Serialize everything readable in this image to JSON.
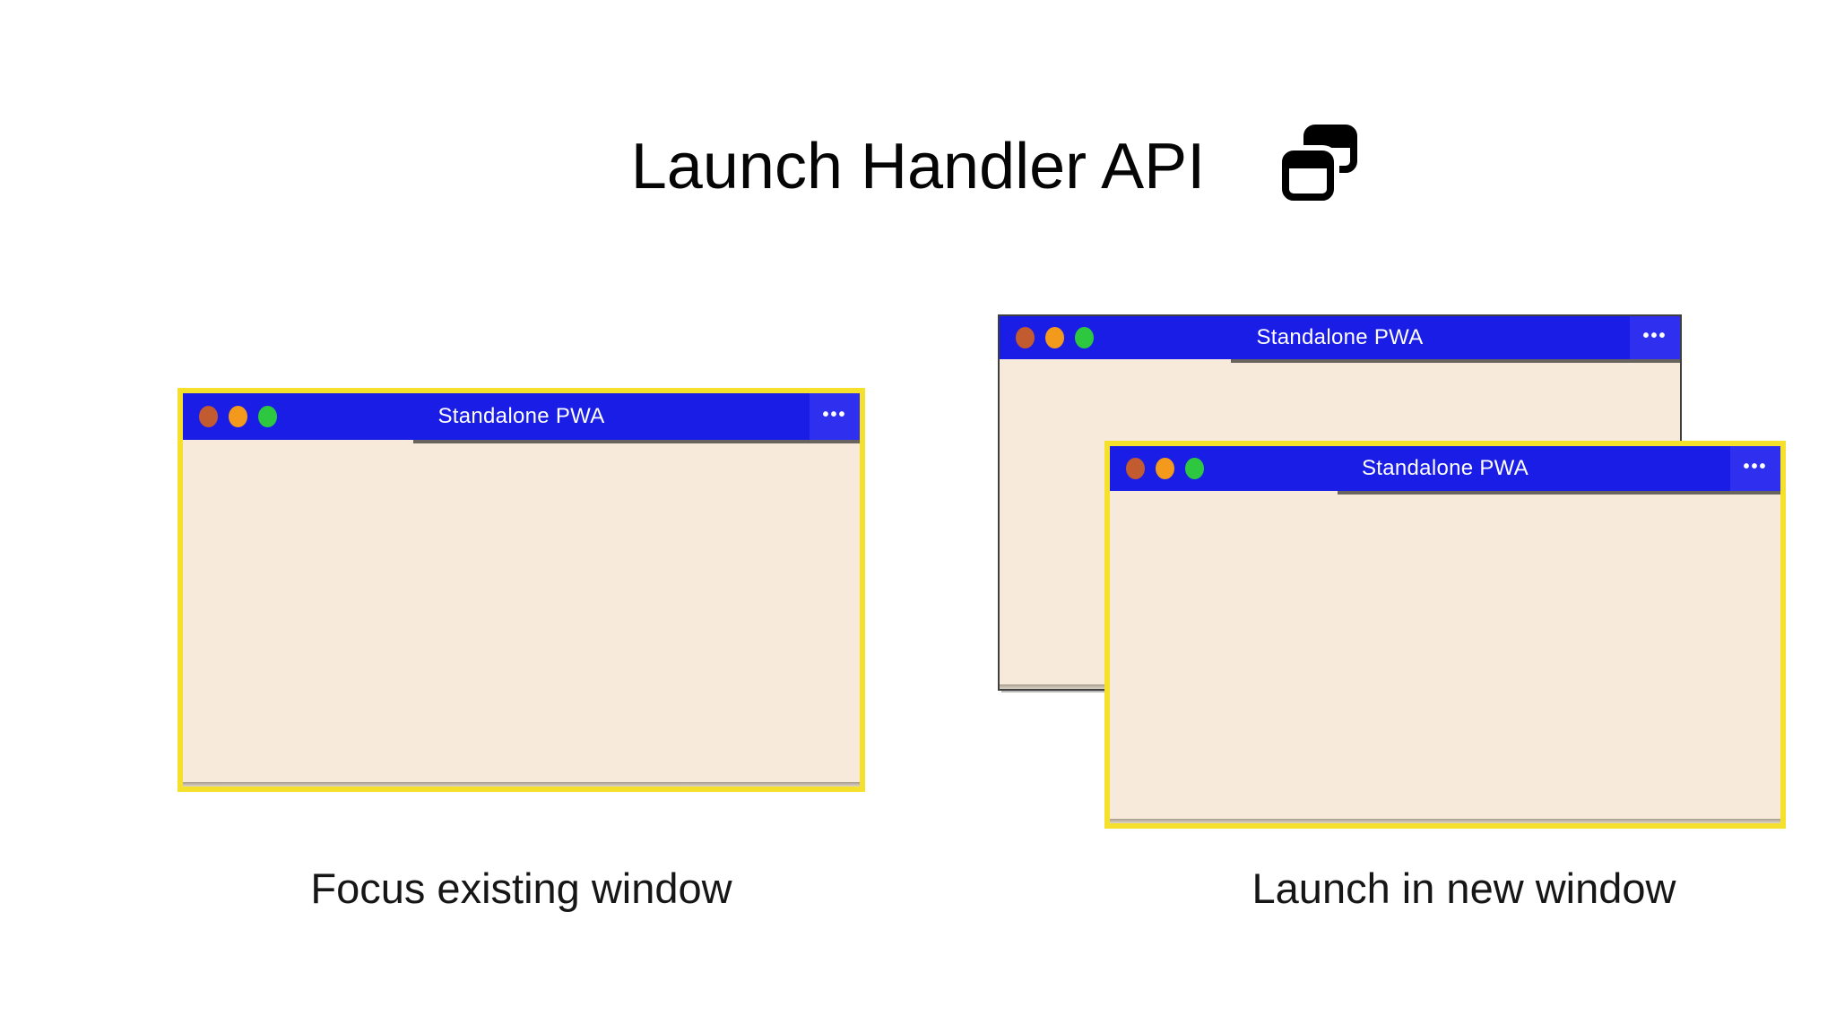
{
  "header": {
    "title": "Launch Handler API",
    "icon": "overlapping-windows-icon"
  },
  "windows": {
    "left": {
      "title": "Standalone PWA",
      "menu": "•••",
      "highlighted": true
    },
    "back": {
      "title": "Standalone PWA",
      "menu": "•••",
      "highlighted": false
    },
    "front": {
      "title": "Standalone PWA",
      "menu": "•••",
      "highlighted": true
    }
  },
  "captions": {
    "left": "Focus existing window",
    "right": "Launch in new window"
  },
  "controls": {
    "traffic_lights": [
      {
        "name": "close",
        "color": "#C25B2F"
      },
      {
        "name": "minimize",
        "color": "#F39A1C"
      },
      {
        "name": "maximize",
        "color": "#2EC840"
      }
    ],
    "menu_icon": "ellipsis-icon"
  },
  "colors": {
    "titlebar_blue": "#1A1DE6",
    "menu_blue": "#2F2FEF",
    "window_body": "#F8EADB",
    "highlight_yellow": "#F5E12C",
    "back_window_border": "#3F3F3F",
    "titlebar_text": "#FFFFFF",
    "heading_text": "#050505"
  }
}
